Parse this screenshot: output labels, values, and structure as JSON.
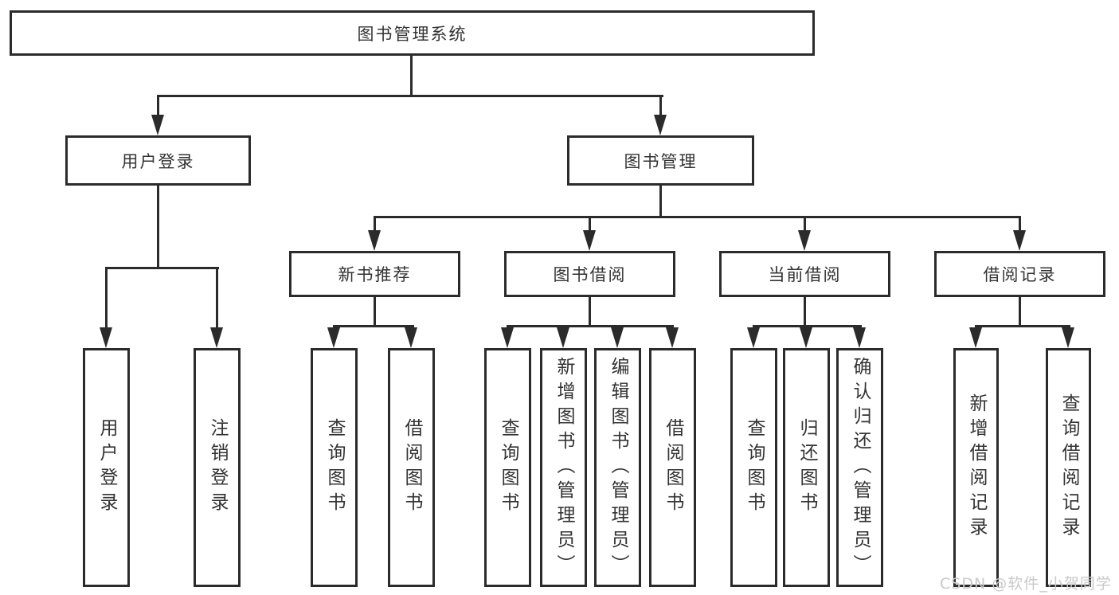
{
  "org_chart": {
    "root": {
      "label": "图书管理系统"
    },
    "level2": [
      {
        "label": "用户登录",
        "children": [
          {
            "label": "用户登录"
          },
          {
            "label": "注销登录"
          }
        ]
      },
      {
        "label": "图书管理",
        "children": [
          {
            "label": "新书推荐",
            "children": [
              {
                "label": "查询图书"
              },
              {
                "label": "借阅图书"
              }
            ]
          },
          {
            "label": "图书借阅",
            "children": [
              {
                "label": "查询图书"
              },
              {
                "label": "新增图书（管理员）"
              },
              {
                "label": "编辑图书（管理员）"
              },
              {
                "label": "借阅图书"
              }
            ]
          },
          {
            "label": "当前借阅",
            "children": [
              {
                "label": "查询图书"
              },
              {
                "label": "归还图书"
              },
              {
                "label": "确认归还（管理员）"
              }
            ]
          },
          {
            "label": "借阅记录",
            "children": [
              {
                "label": "新增借阅记录"
              },
              {
                "label": "查询借阅记录"
              }
            ]
          }
        ]
      }
    ]
  },
  "watermark": {
    "text": "CSDN @软件_小贺同学"
  },
  "colors": {
    "line": "#2b2b2b",
    "box_border": "#2b2b2b",
    "box_fill": "#ffffff",
    "text": "#333333",
    "watermark": "#c9c9c9",
    "background": "#ffffff"
  }
}
